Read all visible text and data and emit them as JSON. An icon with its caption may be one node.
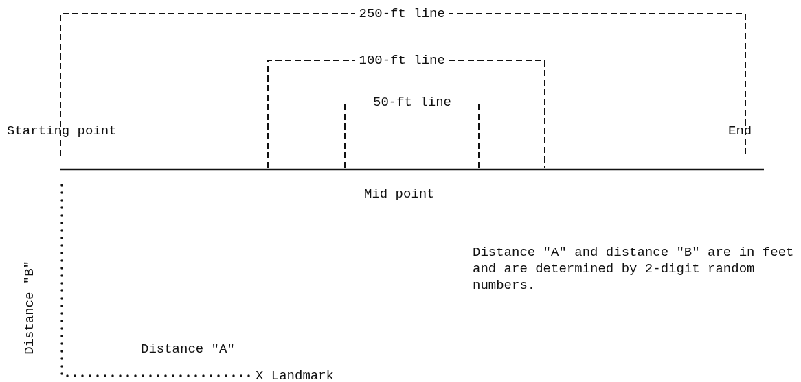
{
  "diagram": {
    "labels": [
      "250-ft line",
      "100-ft line",
      "50-ft line",
      "Starting point",
      "End",
      "Mid point",
      "Distance \"B\"",
      "Distance \"A\" and distance \"B\" are in feet and are determined by 2-digit random numbers.",
      "Distance \"A\"",
      "X Landmark"
    ]
  }
}
